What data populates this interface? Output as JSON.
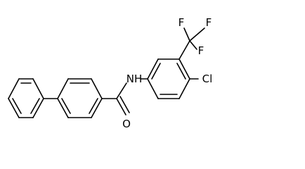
{
  "molecule": {
    "atom_labels": {
      "nh": "NH",
      "o": "O",
      "cl": "Cl",
      "f1": "F",
      "f2": "F",
      "f3": "F"
    },
    "colors": {
      "bond": "#000000",
      "label": "#000000",
      "background": "#ffffff"
    }
  }
}
